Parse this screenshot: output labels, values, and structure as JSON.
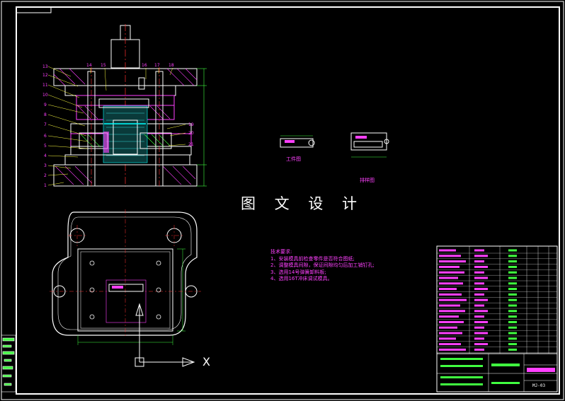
{
  "watermark": "图 文 设 计",
  "notes": {
    "title": "技术要求:",
    "items": [
      "1、安装模具前检查零件是否符合图纸;",
      "2、调整模具间隙，保证间隙均匀后加工销钉孔;",
      "3、选用14号弹簧卸料板;",
      "4、选用16T冲床调试模具。"
    ]
  },
  "captions": {
    "workpiece": "工件图",
    "layout": "排样图"
  },
  "drawing_number": "MJ-03",
  "axis_label": "X",
  "colors": {
    "background": "#000000",
    "border": "#ffffff",
    "section": "#ff40ff",
    "geometry": "#ffffff",
    "center_lines": "#ff3030",
    "dimensions": "#40ff40",
    "hidden": "#00ffff",
    "leaders": "#ffff40",
    "blue": "#3060ff"
  }
}
